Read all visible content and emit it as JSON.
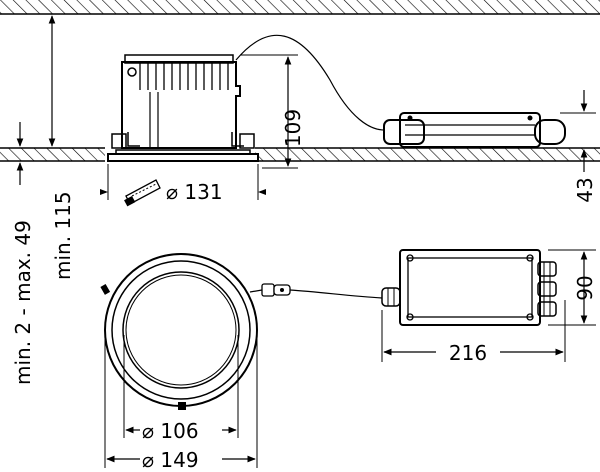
{
  "dimensions": {
    "cutout_diameter": "⌀ 131",
    "housing_height": "109",
    "driver_height": "43",
    "ceiling_thickness_range": "min. 2 - max. 49",
    "min_clearance": "min. 115",
    "driver_box_height": "90",
    "driver_box_length": "216",
    "inner_diameter": "⌀ 106",
    "outer_diameter": "⌀ 149"
  },
  "colors": {
    "line": "#000000",
    "background": "#ffffff"
  },
  "icons": {
    "saw": "saw-icon"
  }
}
